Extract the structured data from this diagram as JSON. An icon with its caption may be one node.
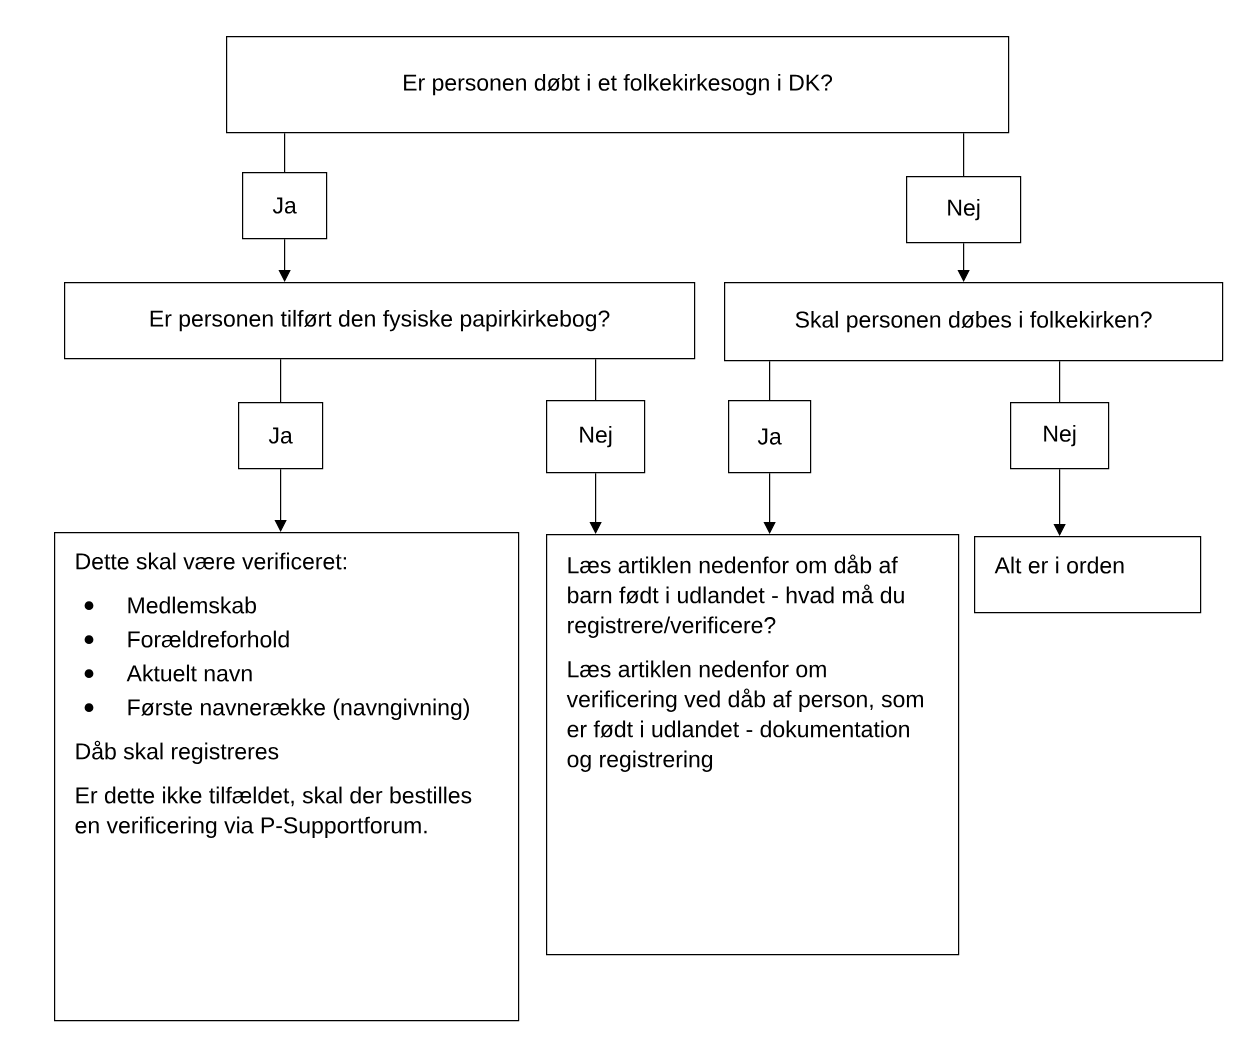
{
  "diagram": {
    "nodes": [
      {
        "text": [
          "Er personen døbt i et folkekirkesogn i DK?"
        ]
      },
      {
        "text": [
          "Ja"
        ]
      },
      {
        "text": [
          "Nej"
        ]
      },
      {
        "text": [
          "Er personen tilført den fysiske papirkirkebog?"
        ]
      },
      {
        "text": [
          "Skal personen døbes i folkekirken?"
        ]
      },
      {
        "text": [
          "Ja"
        ]
      },
      {
        "text": [
          "Nej"
        ]
      },
      {
        "text": [
          "Ja"
        ]
      },
      {
        "text": [
          "Nej"
        ]
      },
      {
        "text": [
          "Dette skal være verificeret:",
          "Medlemskab",
          "Forældreforhold",
          "Aktuelt navn",
          "Første navnerække (navngivning)",
          "Dåb skal registreres",
          "Er dette ikke tilfældet, skal der bestilles en verificering via P-Supportforum."
        ]
      },
      {
        "text": [
          "Læs artiklen nedenfor om dåb af barn født i udlandet - hvad må du registrere/verificere?",
          "Læs artiklen nedenfor om verificering ved dåb af person, som er født i udlandet - dokumentation og registrering"
        ]
      },
      {
        "text": [
          "Alt er i orden"
        ]
      }
    ],
    "edges": [
      {
        "from": 0,
        "to": 1,
        "arrow": "none"
      },
      {
        "from": 1,
        "to": 3,
        "arrow": "to"
      },
      {
        "from": 0,
        "to": 2,
        "arrow": "none"
      },
      {
        "from": 2,
        "to": 4,
        "arrow": "to"
      },
      {
        "from": 3,
        "to": 5,
        "arrow": "none"
      },
      {
        "from": 5,
        "to": 9,
        "arrow": "to"
      },
      {
        "from": 3,
        "to": 6,
        "arrow": "none"
      },
      {
        "from": 6,
        "to": 10,
        "arrow": "to"
      },
      {
        "from": 4,
        "to": 7,
        "arrow": "none"
      },
      {
        "from": 7,
        "to": 10,
        "arrow": "to"
      },
      {
        "from": 4,
        "to": 8,
        "arrow": "none"
      },
      {
        "from": 8,
        "to": 11,
        "arrow": "to"
      }
    ]
  }
}
